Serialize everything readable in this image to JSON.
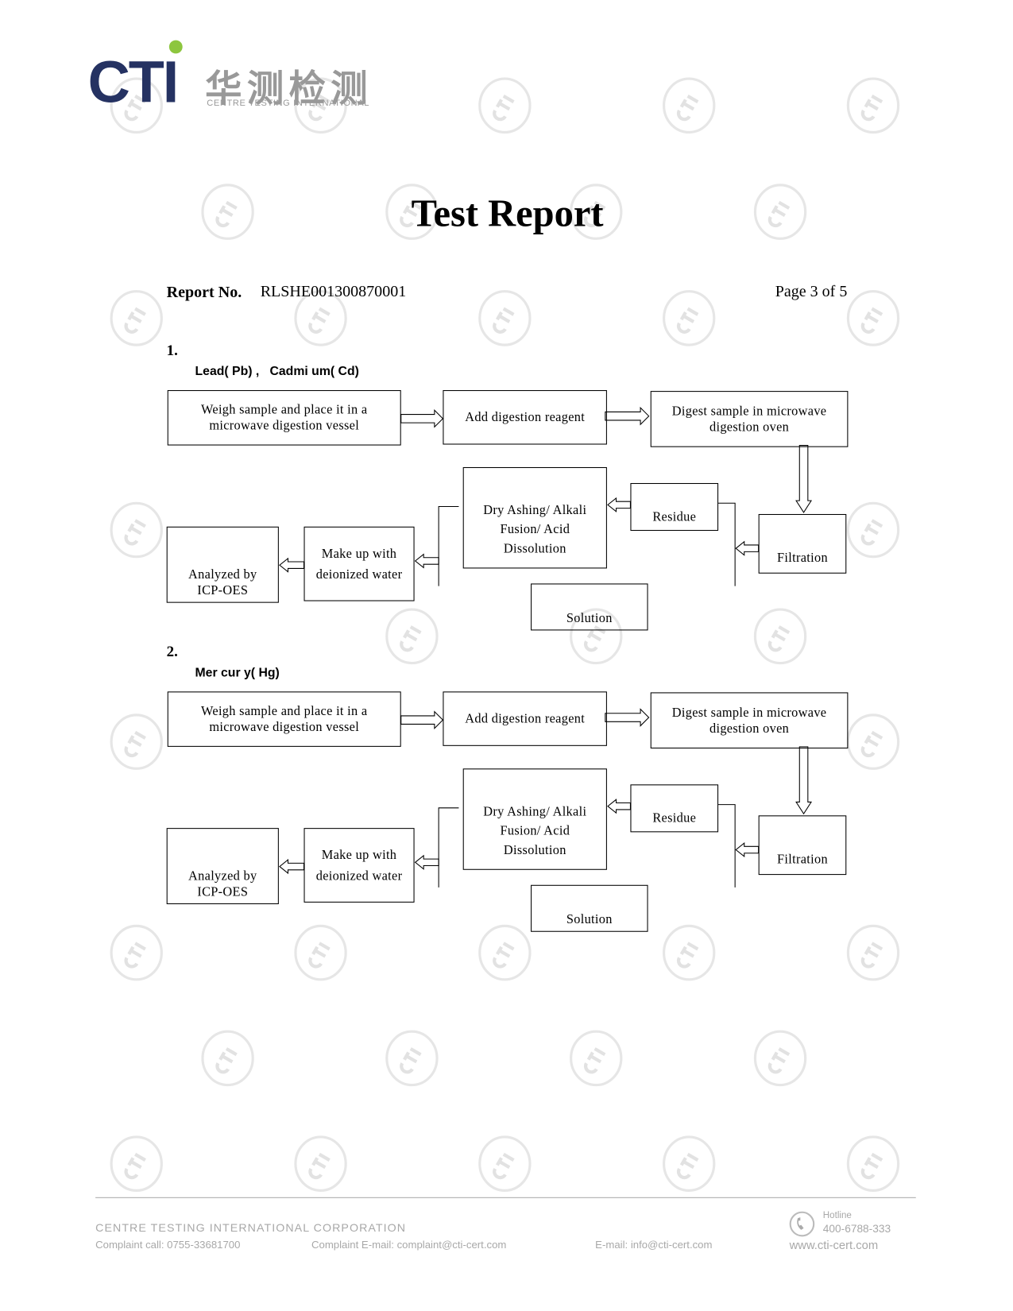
{
  "header": {
    "logo_text": "CTI",
    "logo_chinese": "华测检测",
    "logo_subtitle": "CENTRE TESTING INTERNATIONAL",
    "brand_color": "#253262",
    "accent_color": "#8dc63f",
    "watermark_text": "CTI"
  },
  "title": "Test Report",
  "report": {
    "label": "Report No.",
    "number": "RLSHE001300870001",
    "page": "Page 3 of 5"
  },
  "sections": [
    {
      "number": "1.",
      "subtitle": "Lead( Pb) ,   Cadmi um( Cd)",
      "steps": {
        "weigh": "Weigh sample and place it in a microwave digestion vessel",
        "add": "Add digestion reagent",
        "digest": "Digest sample in microwave digestion oven",
        "filtration": "Filtration",
        "residue": "Residue",
        "dry": "Dry Ashing/ Alkali Fusion/ Acid Dissolution",
        "solution": "Solution",
        "makeup": "Make up with deionized water",
        "analyzed": "Analyzed by ICP-OES"
      }
    },
    {
      "number": "2.",
      "subtitle": "Mer cur y( Hg)",
      "steps": {
        "weigh": "Weigh sample and place it in a microwave digestion vessel",
        "add": "Add digestion reagent",
        "digest": "Digest sample in microwave digestion oven",
        "filtration": "Filtration",
        "residue": "Residue",
        "dry": "Dry Ashing/ Alkali Fusion/ Acid Dissolution",
        "solution": "Solution",
        "makeup": "Make up with deionized water",
        "analyzed": "Analyzed by ICP-OES"
      }
    }
  ],
  "footer": {
    "company": "CENTRE TESTING INTERNATIONAL CORPORATION",
    "complaint_call": "Complaint call: 0755-33681700",
    "complaint_email": "Complaint E-mail: complaint@cti-cert.com",
    "email": "E-mail: info@cti-cert.com",
    "hotline_label": "Hotline",
    "hotline_number": "400-6788-333",
    "website": "www.cti-cert.com"
  }
}
